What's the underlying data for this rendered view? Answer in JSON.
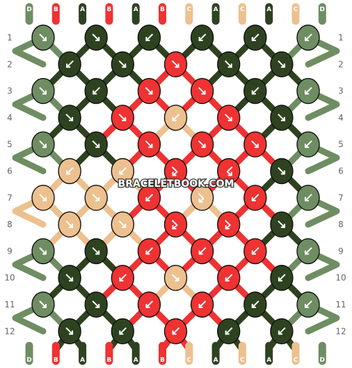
{
  "colors": {
    "A": "#2e4220",
    "B": "#ef3232",
    "C": "#edc08f",
    "D": "#6f8d62"
  },
  "watermark": "BRACELETBOOK.COM",
  "row_labels": [
    "1",
    "2",
    "3",
    "4",
    "5",
    "6",
    "7",
    "8",
    "9",
    "10",
    "11",
    "12"
  ],
  "top_strings": [
    "D",
    "B",
    "A",
    "B",
    "A",
    "B",
    "C",
    "A",
    "C",
    "A",
    "C",
    "D"
  ],
  "bottom_strings": [
    "D",
    "B",
    "A",
    "B",
    "A",
    "B",
    "C",
    "A",
    "C",
    "A",
    "C",
    "D"
  ],
  "knots": [
    [
      "D:forward",
      "A:forward",
      "A:backward",
      "A:backward",
      "A:backward",
      "D:backward"
    ],
    [
      "A:backward",
      "A:forward",
      "B:forward",
      "A:forward",
      "A:forward"
    ],
    [
      "D:forward",
      "A:backward",
      "B:forward",
      "B:forward",
      "A:backward",
      "D:backward"
    ],
    [
      "A:forward",
      "B:forward",
      "C:backward",
      "B:forward",
      "A:forward"
    ],
    [
      "D:forward",
      "A:forward",
      "B:forward",
      "B:forward",
      "B:forward",
      "D:backward"
    ],
    [
      "C:backward",
      "C:backward",
      "B:forward-backward",
      "B:backward-forward",
      "A:forward"
    ],
    [
      "C:forward",
      "C:forward",
      "B:backward",
      "C:forward-backward",
      "B:backward",
      "D:backward"
    ],
    [
      "C:forward",
      "C:forward",
      "B:forward-backward",
      "B:forward-backward",
      "A:forward"
    ],
    [
      "D:forward",
      "A:forward",
      "B:backward",
      "B:backward",
      "B:backward",
      "D:backward"
    ],
    [
      "A:forward",
      "B:backward",
      "C:forward",
      "B:backward",
      "A:backward"
    ],
    [
      "D:forward",
      "A:forward",
      "B:backward",
      "B:backward",
      "A:backward",
      "D:backward"
    ],
    [
      "A:forward",
      "A:backward",
      "B:backward",
      "A:backward",
      "A:backward"
    ]
  ]
}
